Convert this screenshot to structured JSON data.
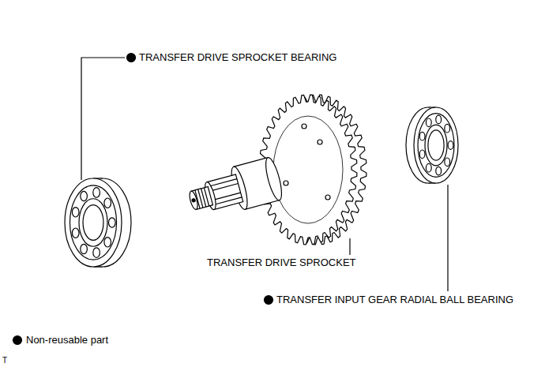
{
  "diagram": {
    "labels": [
      "TRANSFER DRIVE SPROCKET BEARING",
      "TRANSFER DRIVE SPROCKET",
      "TRANSFER INPUT GEAR RADIAL BALL BEARING",
      "T"
    ],
    "legend": [
      {
        "text": "Non-reusable part"
      }
    ]
  }
}
